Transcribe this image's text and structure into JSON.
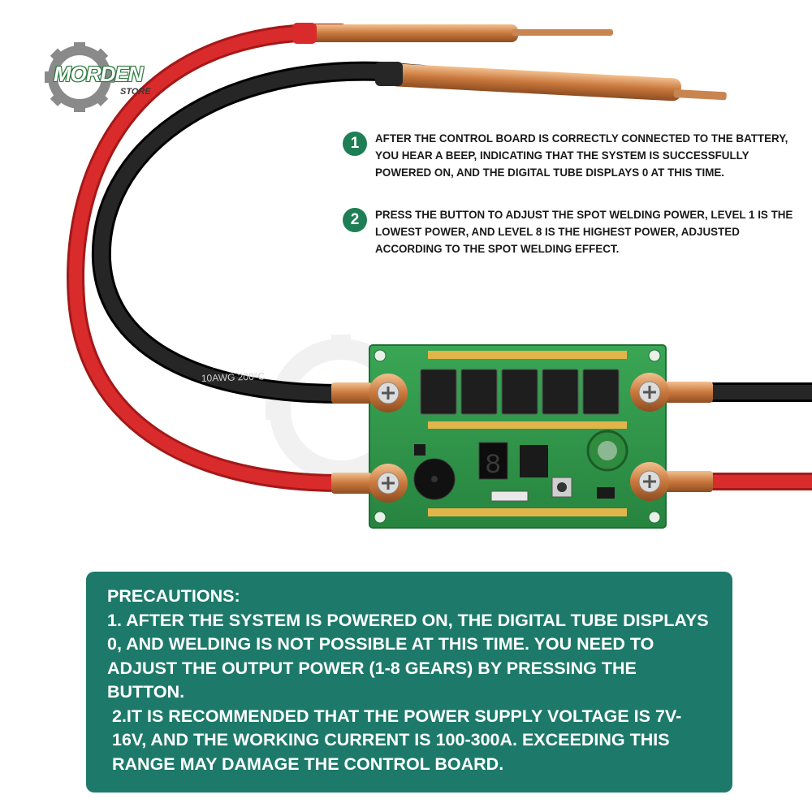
{
  "logo": {
    "brand": "MORDEN",
    "sub": "STORE"
  },
  "product": {
    "cable_label": "10AWG 200°C"
  },
  "steps": [
    {
      "number": "1",
      "text": "AFTER THE CONTROL BOARD IS CORRECTLY CONNECTED TO THE BATTERY, YOU HEAR A BEEP, INDICATING THAT THE SYSTEM IS SUCCESSFULLY POWERED ON, AND THE DIGITAL TUBE DISPLAYS 0 AT THIS TIME."
    },
    {
      "number": "2",
      "text": "PRESS THE BUTTON TO ADJUST THE SPOT WELDING POWER, LEVEL 1 IS THE LOWEST POWER, AND LEVEL 8 IS THE HIGHEST POWER, ADJUSTED ACCORDING TO THE SPOT WELDING EFFECT."
    }
  ],
  "precautions": {
    "title": "PRECAUTIONS:",
    "item1": "1. AFTER THE SYSTEM IS POWERED ON, THE DIGITAL TUBE DISPLAYS 0, AND WELDING IS NOT POSSIBLE AT THIS TIME. YOU NEED TO ADJUST THE OUTPUT POWER (1-8 GEARS) BY PRESSING THE BUTTON.",
    "item2": "2.IT IS RECOMMENDED THAT THE POWER SUPPLY VOLTAGE IS 7V-16V, AND THE WORKING CURRENT IS 100-300A. EXCEEDING THIS RANGE MAY DAMAGE THE CONTROL BOARD."
  },
  "colors": {
    "accent": "#1d7a6a",
    "step_badge": "#1e7e55",
    "pcb": "#2f9a4a",
    "wire_red": "#d02828",
    "wire_black": "#1a1a1a",
    "copper": "#d08a4e"
  }
}
